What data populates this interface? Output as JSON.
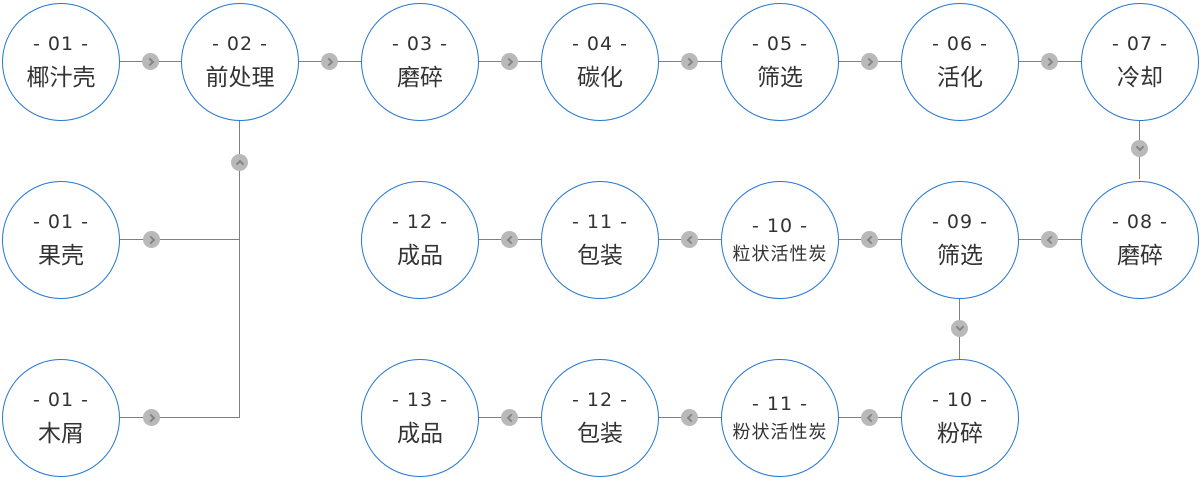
{
  "diagram": {
    "nodes": [
      {
        "number": "- 01 -",
        "label": "椰汁壳"
      },
      {
        "number": "- 02 -",
        "label": "前处理"
      },
      {
        "number": "- 03 -",
        "label": "磨碎"
      },
      {
        "number": "- 04 -",
        "label": "碳化"
      },
      {
        "number": "- 05 -",
        "label": "筛选"
      },
      {
        "number": "- 06 -",
        "label": "活化"
      },
      {
        "number": "- 07 -",
        "label": "冷却"
      },
      {
        "number": "- 01 -",
        "label": "果壳"
      },
      {
        "number": "- 12 -",
        "label": "成品"
      },
      {
        "number": "- 11 -",
        "label": "包装"
      },
      {
        "number": "- 10 -",
        "label": "粒状活性炭"
      },
      {
        "number": "- 09 -",
        "label": "筛选"
      },
      {
        "number": "- 08 -",
        "label": "磨碎"
      },
      {
        "number": "- 01 -",
        "label": "木屑"
      },
      {
        "number": "- 13 -",
        "label": "成品"
      },
      {
        "number": "- 12 -",
        "label": "包装"
      },
      {
        "number": "- 11 -",
        "label": "粉状活性炭"
      },
      {
        "number": "- 10 -",
        "label": "粉碎"
      }
    ]
  },
  "colors": {
    "node_border": "#2478d3",
    "line": "#7f7f7f",
    "arrow_badge": "#b9b9b9",
    "arrow_glyph": "#848484",
    "text": "#333333",
    "background": "#ffffff"
  }
}
